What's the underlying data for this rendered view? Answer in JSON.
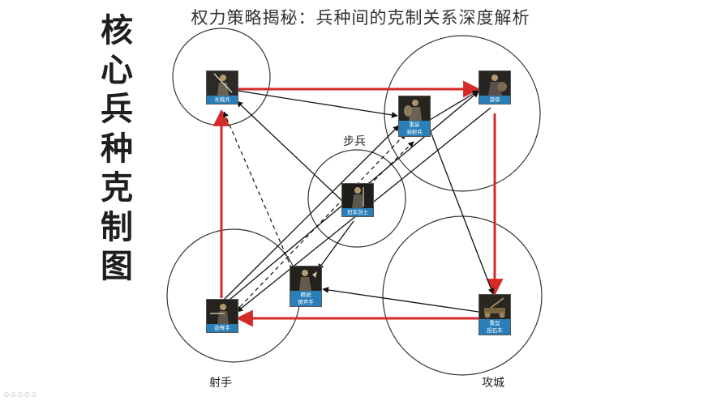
{
  "header": {
    "title": "权力策略揭秘：兵种间的克制关系深度解析"
  },
  "side_title": [
    "核",
    "心",
    "兵",
    "种",
    "克",
    "制",
    "图"
  ],
  "groups": {
    "infantry": "步兵",
    "archer": "射手",
    "siege": "攻城"
  },
  "units": {
    "longbow": [
      "长戟兵"
    ],
    "vanguard": [
      "游侠"
    ],
    "heavy": [
      "重装",
      "骑射兵"
    ],
    "champion": [
      "冠军剑士"
    ],
    "skirmisher": [
      "精锐",
      "掷斧手"
    ],
    "crossbow": [
      "劲弩手"
    ],
    "catapult": [
      "重型",
      "投石车"
    ]
  },
  "colors": {
    "counter_strong": "#d42a2a",
    "counter": "#111111",
    "caption": "#2a7fb8"
  },
  "watermark": "⊙⊙⊙⊙⊙"
}
